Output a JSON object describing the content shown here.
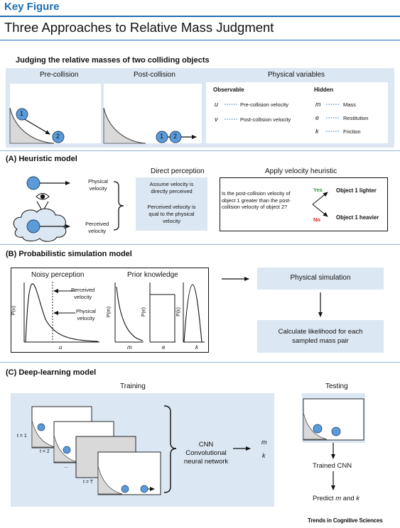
{
  "header": {
    "key_figure": "Key Figure",
    "title": "Three Approaches to Relative Mass Judgment"
  },
  "top": {
    "heading": "Judging the relative masses of two colliding objects",
    "pre_label": "Pre-collision",
    "post_label": "Post-collision",
    "phys_label": "Physical variables",
    "observable": "Observable",
    "hidden": "Hidden",
    "vars_obs": [
      {
        "sym": "u",
        "desc": "Pre-collision velocity"
      },
      {
        "sym": "v",
        "desc": "Post-collision velocity"
      }
    ],
    "vars_hid": [
      {
        "sym": "m",
        "desc": "Mass"
      },
      {
        "sym": "e",
        "desc": "Restitution"
      },
      {
        "sym": "k",
        "desc": "Friction"
      }
    ],
    "ball1": "1",
    "ball2": "2"
  },
  "heuristic": {
    "title": "(A)  Heuristic model",
    "physical_velocity": "Physical\nvelocity",
    "perceived_velocity": "Perceived\nvelocity",
    "direct_perception": "Direct perception",
    "dp_text1": "Assume velocity is\ndirectly perceived",
    "dp_text2": "Perceived velocity is\nqual to the physical\nvelocity",
    "apply": "Apply velocity heuristic",
    "question": "Is the post-collision velocity of\nobject 1 greater than the post-\ncollision velocity of object 2?",
    "yes": "Yes",
    "no": "No",
    "lighter": "Object 1 lighter",
    "heavier": "Object 1 heavier",
    "yes_color": "#2e9a3f",
    "no_color": "#d4281c"
  },
  "probabilistic": {
    "title": "(B)  Probabilistic simulation model",
    "noisy": "Noisy perception",
    "prior": "Prior knowledge",
    "perceived": "Perceived\nvelocity",
    "physical": "Physical\nvelocity",
    "pu": "P(u)",
    "pm": "P(m)",
    "pe": "P(e)",
    "pk": "P(k)",
    "u": "u",
    "m": "m",
    "e": "e",
    "k": "k",
    "sim": "Physical simulation",
    "likelihood": "Calculate likelihood for each\nsampled mass pair"
  },
  "deep": {
    "title": "(C)  Deep-learning model",
    "training": "Training",
    "testing": "Testing",
    "t1": "t = 1",
    "t2": "t = 2",
    "dots": "...",
    "tT": "t = T",
    "cnn": "CNN\nConvolutional\nneural network",
    "out_m": "m",
    "out_k": "k",
    "trained": "Trained CNN",
    "predict_prefix": "Predict ",
    "predict_m": "m",
    "predict_and": " and ",
    "predict_k": "k"
  },
  "footer": "Trends in Cognitive Sciences",
  "colors": {
    "accent": "#1f6fb5",
    "panel": "#dbe7f3",
    "ball": "#5b9bd9"
  }
}
